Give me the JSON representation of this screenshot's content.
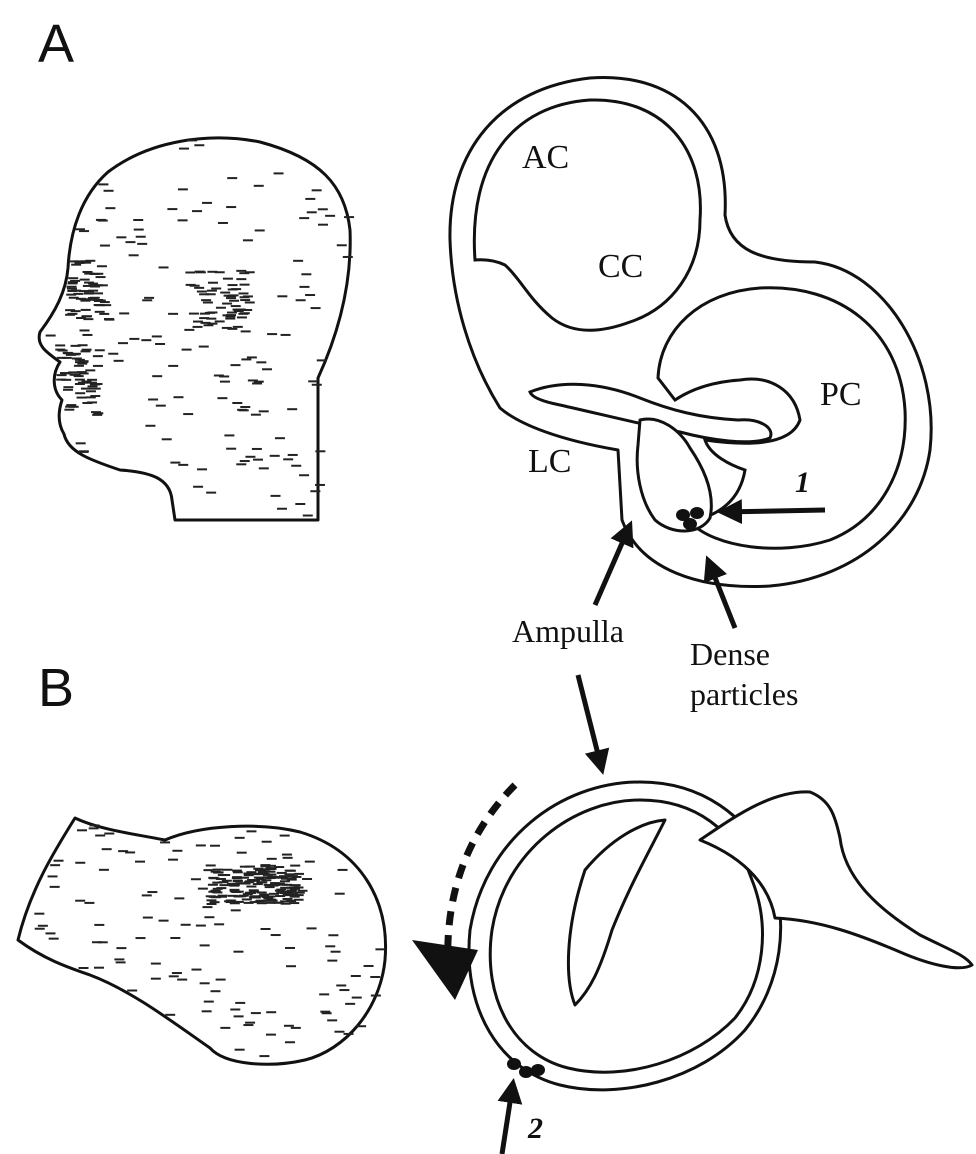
{
  "panels": {
    "a": "A",
    "b": "B"
  },
  "canals": {
    "ac": "AC",
    "cc": "CC",
    "pc": "PC",
    "lc": "LC"
  },
  "callouts": {
    "ampulla": "Ampulla",
    "dense_1": "Dense",
    "dense_2": "particles"
  },
  "arrow_numbers": {
    "one": "1",
    "two": "2"
  }
}
